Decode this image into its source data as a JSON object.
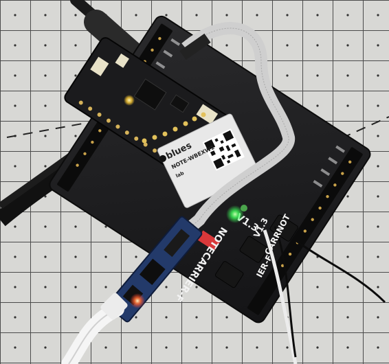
{
  "photo": {
    "subject": "",
    "colors": {
      "mat": "#d9d9d6",
      "grid": "#3a3a3a",
      "board": "#1d1d1f",
      "pcb_green": "#2b2b2e",
      "led_green": "#3dff5a",
      "led_yellow": "#ffcc33",
      "led_red": "#ff3b2e",
      "ribbon": "#c9c9c9",
      "usb_cable": "#f4f4f4",
      "debugger_blue": "#233a6a"
    }
  },
  "module_label": {
    "brand": "blues",
    "model_line": "NOTE-WBEXW1",
    "hint": "lab"
  },
  "carrier_silkscreen": {
    "version": "V1.3",
    "name": "NOTECARRIER-F",
    "name_part1": "NOT",
    "name_part2": "CARR",
    "name_part3": "IER-F"
  }
}
